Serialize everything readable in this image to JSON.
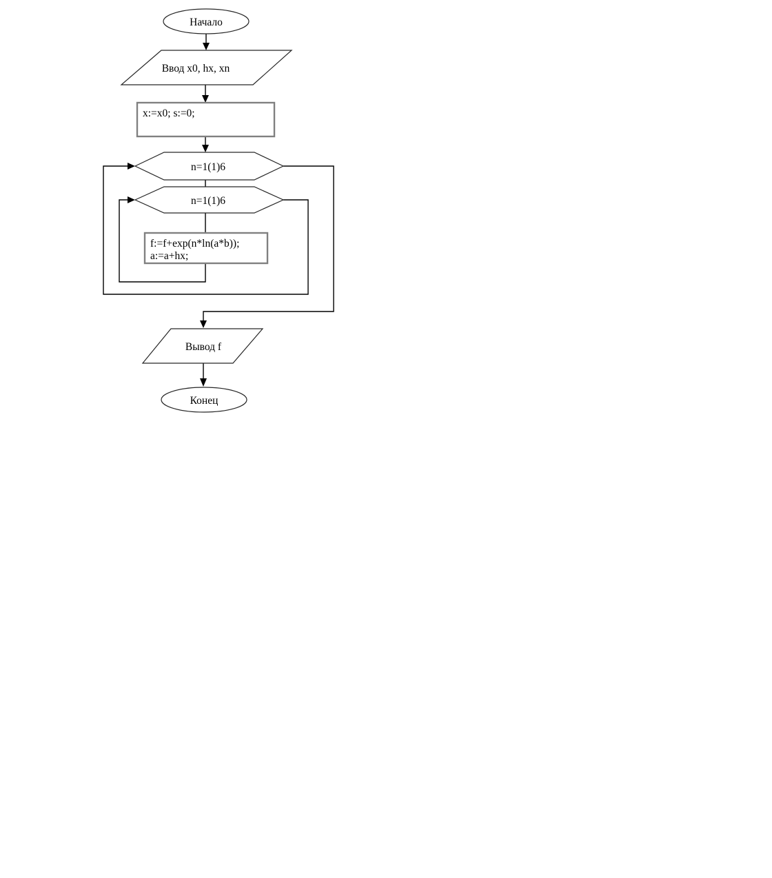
{
  "diagram": {
    "type": "flowchart",
    "nodes": {
      "start": {
        "shape": "terminator-ellipse",
        "label": "Начало"
      },
      "input": {
        "shape": "io-parallelogram",
        "label": "Ввод x0, hx, xn"
      },
      "init": {
        "shape": "process-rectangle",
        "label": "x:=x0; s:=0;"
      },
      "outer_loop": {
        "shape": "loop-hexagon",
        "label": "n=1(1)6"
      },
      "inner_loop": {
        "shape": "loop-hexagon",
        "label": "n=1(1)6"
      },
      "body": {
        "shape": "process-rectangle",
        "lines": [
          "f:=f+exp(n*ln(a*b));",
          "a:=a+hx;"
        ]
      },
      "output": {
        "shape": "io-parallelogram",
        "label": "Вывод f"
      },
      "end": {
        "shape": "terminator-ellipse",
        "label": "Конец"
      }
    },
    "colors": {
      "flow_line": "#000000",
      "shape_outline": "#262626",
      "process_outline": "#808080",
      "text": "#000000",
      "background": "#ffffff"
    }
  }
}
